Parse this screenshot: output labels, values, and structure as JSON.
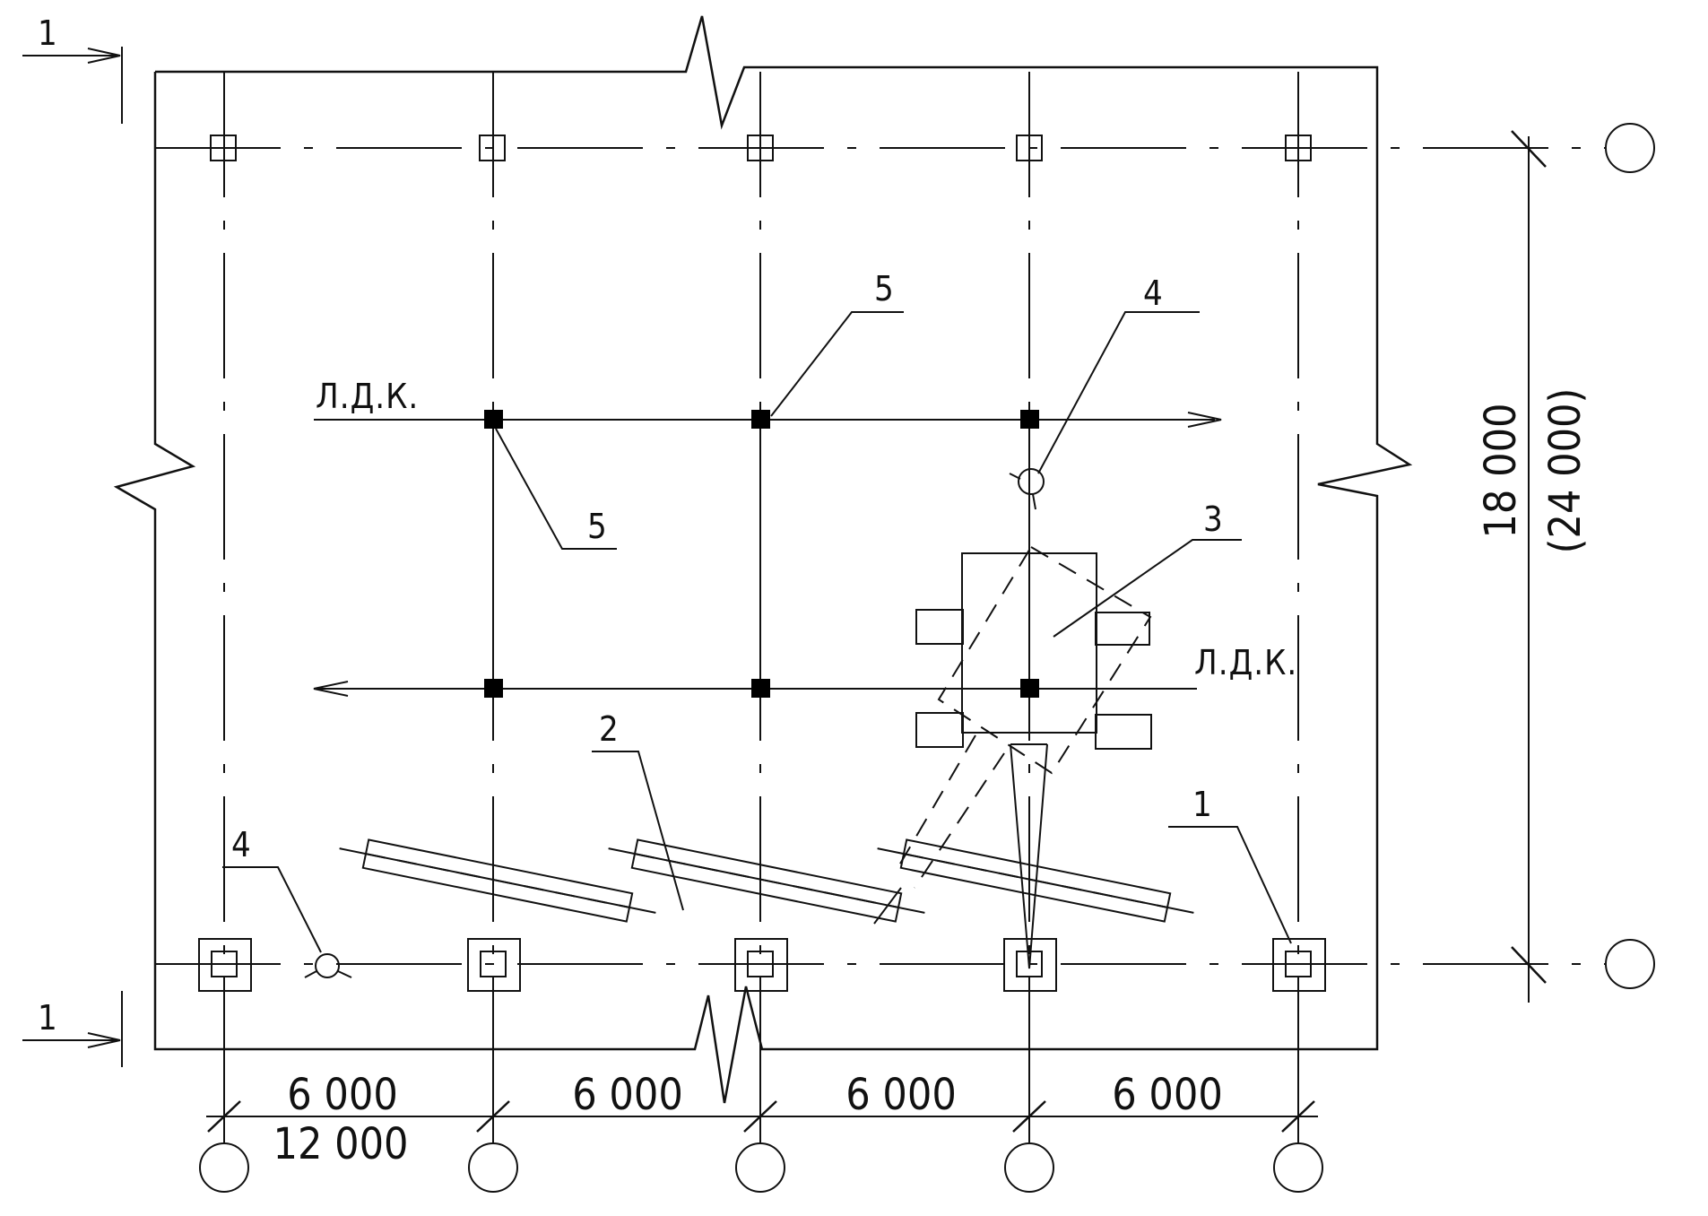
{
  "section_marker": "1",
  "dimensions": {
    "bottom": [
      "6 000",
      "6 000",
      "6 000",
      "6 000"
    ],
    "bottom_total": "12 000",
    "side_primary": "18 000",
    "side_alt": "(24 000)"
  },
  "route_label": "Л.Д.К.",
  "callouts": {
    "item_1": "1",
    "item_2": "2",
    "item_3": "3",
    "item_4": "4",
    "item_5": "5"
  }
}
